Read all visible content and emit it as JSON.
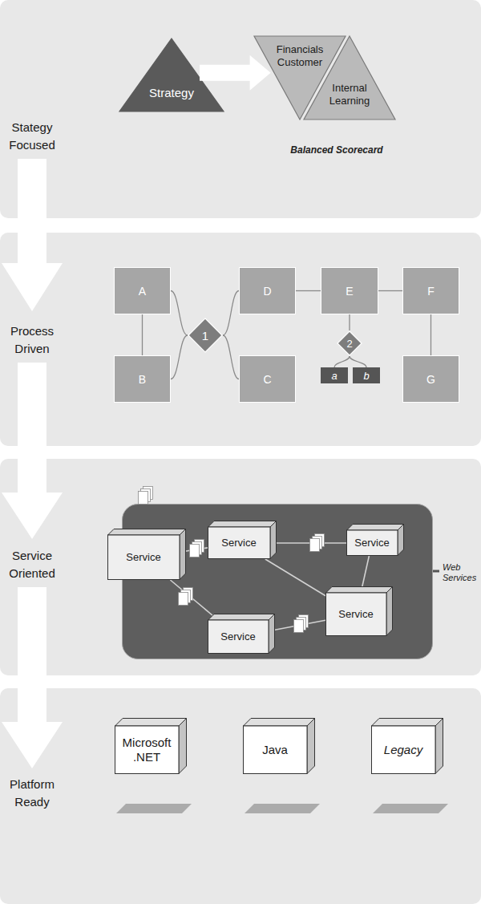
{
  "diagram": {
    "nodes": [
      {
        "text": [
          "Stategy Focused"
        ]
      },
      {
        "text": [
          "Strategy"
        ],
        "in": 0
      },
      {
        "text": [
          "Financials Customer"
        ],
        "in": 0
      },
      {
        "text": [
          "Internal Learning"
        ],
        "in": 0
      },
      {
        "text": [
          "Process Driven"
        ]
      },
      {
        "text": [
          "A"
        ],
        "in": 4
      },
      {
        "text": [
          "B"
        ],
        "in": 4
      },
      {
        "text": [
          "1"
        ],
        "in": 4
      },
      {
        "text": [
          "D"
        ],
        "in": 4
      },
      {
        "text": [
          "C"
        ],
        "in": 4
      },
      {
        "text": [
          "E"
        ],
        "in": 4
      },
      {
        "text": [
          "2"
        ],
        "in": 4
      },
      {
        "text": [
          "a"
        ],
        "in": 4
      },
      {
        "text": [
          "b"
        ],
        "in": 4
      },
      {
        "text": [
          "F"
        ],
        "in": 4
      },
      {
        "text": [
          "G"
        ],
        "in": 4
      },
      {
        "text": [
          "Service Oriented"
        ]
      },
      {
        "text": [
          "Web Services"
        ],
        "in": 16
      },
      {
        "text": [
          "Service"
        ],
        "in": 17
      },
      {
        "text": [
          "Service"
        ],
        "in": 17
      },
      {
        "text": [
          "Service"
        ],
        "in": 17
      },
      {
        "text": [
          "Service"
        ],
        "in": 17
      },
      {
        "text": [
          "Service"
        ],
        "in": 17
      },
      {
        "text": [
          "Platform Ready"
        ]
      },
      {
        "text": [
          "Microsoft .NET"
        ],
        "in": 23
      },
      {
        "text": [
          "Java"
        ],
        "in": 23
      },
      {
        "text": [
          "Legacy"
        ],
        "in": 23
      }
    ],
    "edges": [
      {
        "from": 1,
        "to": 2,
        "arrow": "to"
      },
      {
        "from": 5,
        "to": 6,
        "arrow": "none"
      },
      {
        "from": 5,
        "to": 7,
        "arrow": "none"
      },
      {
        "from": 6,
        "to": 7,
        "arrow": "none"
      },
      {
        "from": 7,
        "to": 8,
        "arrow": "none"
      },
      {
        "from": 7,
        "to": 9,
        "arrow": "none"
      },
      {
        "from": 8,
        "to": 10,
        "arrow": "none"
      },
      {
        "from": 10,
        "to": 14,
        "arrow": "none"
      },
      {
        "from": 14,
        "to": 15,
        "arrow": "none"
      },
      {
        "from": 10,
        "to": 11,
        "arrow": "none"
      },
      {
        "from": 11,
        "to": 12,
        "arrow": "none"
      },
      {
        "from": 11,
        "to": 13,
        "arrow": "none"
      },
      {
        "from": 18,
        "to": 19,
        "arrow": "none"
      },
      {
        "from": 19,
        "to": 20,
        "arrow": "none"
      },
      {
        "from": 20,
        "to": 21,
        "arrow": "none"
      },
      {
        "from": 18,
        "to": 22,
        "arrow": "none"
      },
      {
        "from": 22,
        "to": 21,
        "arrow": "none"
      },
      {
        "from": 19,
        "to": 21,
        "arrow": "none"
      }
    ],
    "labels": [
      "Balanced Scorecard"
    ]
  }
}
